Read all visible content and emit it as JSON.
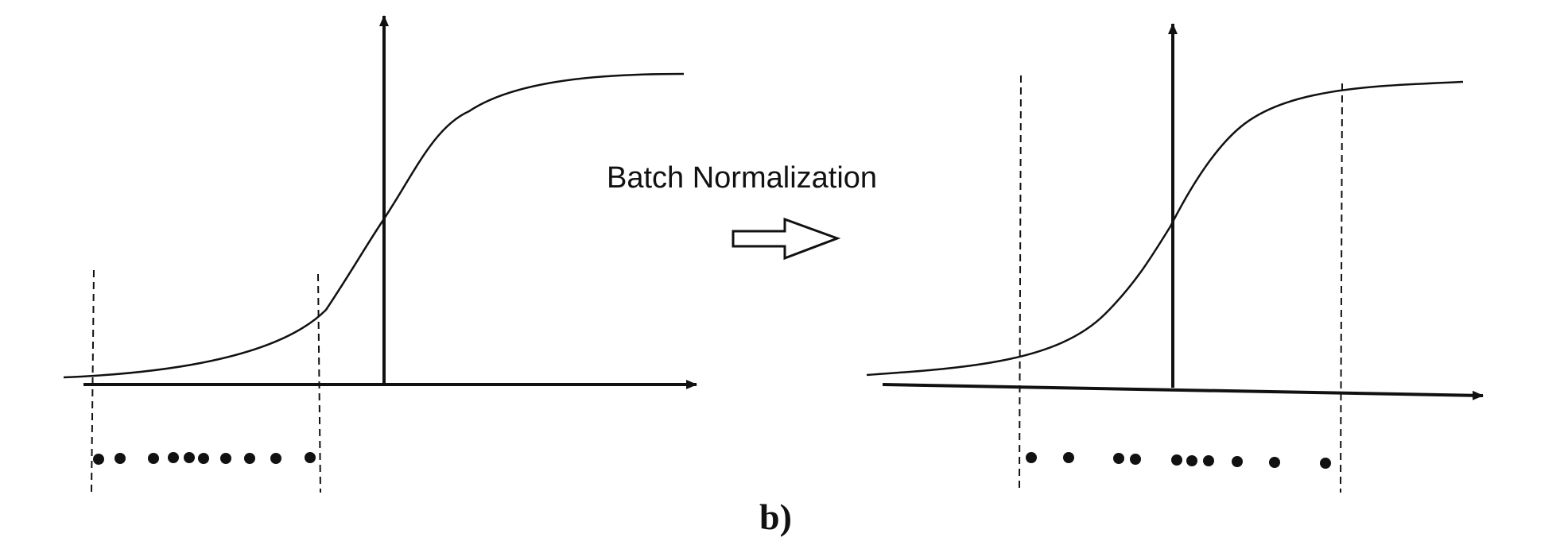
{
  "arrow_label": "Batch Normalization",
  "caption": "b)",
  "colors": {
    "ink": "#111111",
    "background": "#ffffff"
  },
  "panels": [
    {
      "name": "before-normalization",
      "sample_count": 10
    },
    {
      "name": "after-normalization",
      "sample_count": 10
    }
  ]
}
